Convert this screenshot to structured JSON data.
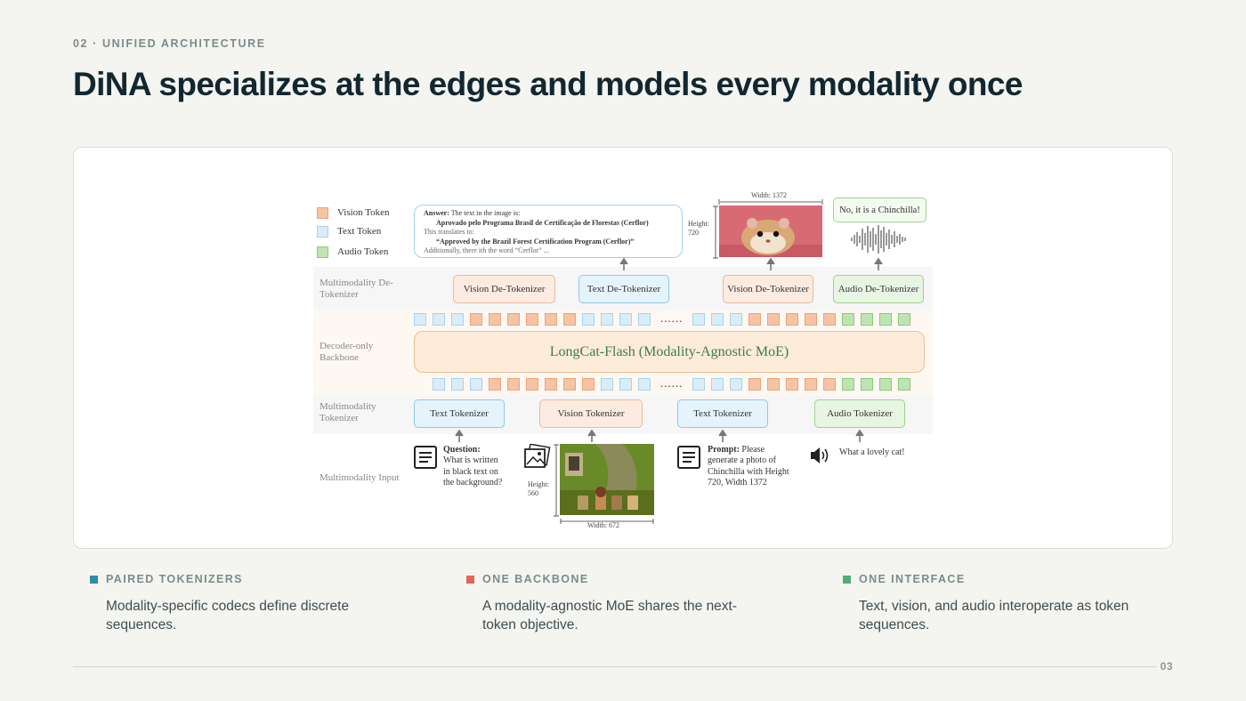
{
  "header": {
    "kicker": "02 · UNIFIED ARCHITECTURE",
    "title": "DiNA specializes at the edges and models every modality once"
  },
  "diagram": {
    "legend": [
      {
        "label": "Vision Token",
        "color": "#f5c4a4"
      },
      {
        "label": "Text Token",
        "color": "#d9edf8"
      },
      {
        "label": "Audio Token",
        "color": "#bfe4b4"
      }
    ],
    "rows": {
      "detok_label": "Multimodality De-Tokenizer",
      "backbone_label": "Decoder-only Backbone",
      "tok_label": "Multimodality Tokenizer",
      "input_label": "Multimodality Input"
    },
    "answer_box": {
      "line1_bold": "Answer:",
      "line1_rest": "The text in the image is:",
      "line2": "Aprovado pelo Programa Brasil de Certificação de Florestas (Cerflor)",
      "line3": "This translates to:",
      "line4": "“Approved by the Brazil Forest Certification Program (Cerflor)”",
      "line5": "Additionally, there ith the word “Cerflor” ..."
    },
    "output_image": {
      "width_label": "Width: 1372",
      "height_label": "Height: 720"
    },
    "audio_output_text": "No, it is a Chinchilla!",
    "detokenizers": [
      {
        "label": "Vision De-Tokenizer",
        "kind": "vision"
      },
      {
        "label": "Text De-Tokenizer",
        "kind": "text"
      },
      {
        "label": "Vision De-Tokenizer",
        "kind": "vision"
      },
      {
        "label": "Audio De-Tokenizer",
        "kind": "audio"
      }
    ],
    "top_sequence": [
      "t",
      "t",
      "t",
      "v",
      "v",
      "v",
      "v",
      "v",
      "v",
      "t",
      "t",
      "t",
      "t",
      "...",
      "t",
      "t",
      "t",
      "v",
      "v",
      "v",
      "v",
      "v",
      "a",
      "a",
      "a",
      "a"
    ],
    "bottom_sequence": [
      "t",
      "t",
      "t",
      "v",
      "v",
      "v",
      "v",
      "v",
      "v",
      "t",
      "t",
      "t",
      "...",
      "t",
      "t",
      "t",
      "v",
      "v",
      "v",
      "v",
      "v",
      "a",
      "a",
      "a",
      "a"
    ],
    "dots": "......",
    "backbone_text": "LongCat-Flash   (Modality-Agnostic MoE)",
    "tokenizers": [
      {
        "label": "Text Tokenizer",
        "kind": "text"
      },
      {
        "label": "Vision Tokenizer",
        "kind": "vision"
      },
      {
        "label": "Text Tokenizer",
        "kind": "text"
      },
      {
        "label": "Audio Tokenizer",
        "kind": "audio"
      }
    ],
    "inputs": {
      "question_bold": "Question:",
      "question_rest": "What is written in black text on the background?",
      "input_image_height": "Height: 560",
      "input_image_width": "Width: 672",
      "prompt_bold": "Prompt:",
      "prompt_rest": "Please generate a photo of Chinchilla with Height 720, Width 1372",
      "audio_text": "What a lovely cat!"
    },
    "icons": [
      "document-icon",
      "image-icon",
      "document-icon",
      "speaker-icon"
    ]
  },
  "footer_cards": [
    {
      "label": "PAIRED TOKENIZERS",
      "desc": "Modality-specific codecs define discrete sequences.",
      "color": "#2e8ea8"
    },
    {
      "label": "ONE BACKBONE",
      "desc": "A modality-agnostic MoE shares the next-token objective.",
      "color": "#e0665a"
    },
    {
      "label": "ONE INTERFACE",
      "desc": "Text, vision, and audio interoperate as token sequences.",
      "color": "#4fae7c"
    }
  ],
  "page_number": "03"
}
